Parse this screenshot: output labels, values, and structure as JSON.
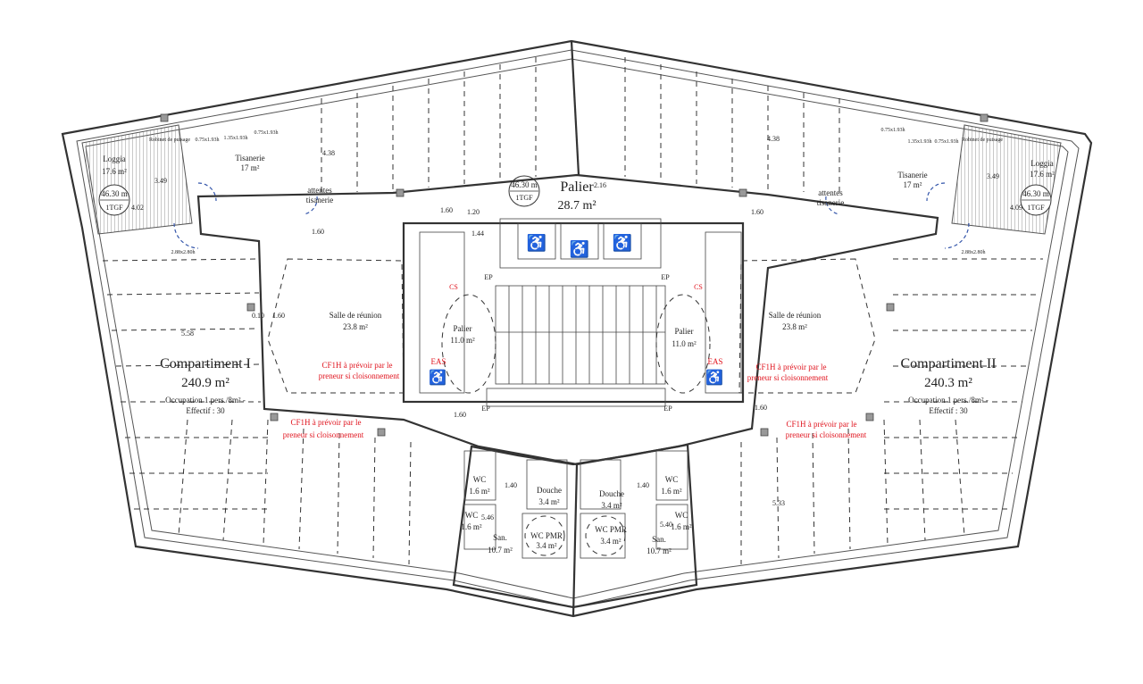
{
  "palier_top": {
    "label": "Palier",
    "area": "28.7 m²"
  },
  "badge_center": {
    "line1": "46.30 m",
    "line2": "1TGF"
  },
  "badge_left": {
    "line1": "46.30 m",
    "line2": "1TGF",
    "extra": "4.02"
  },
  "badge_right": {
    "line1": "46.30 m",
    "line2": "1TGF",
    "extra": "4.09"
  },
  "loggia_left": {
    "label": "Loggia",
    "area": "17.6 m²"
  },
  "loggia_right": {
    "label": "Loggia",
    "area": "17.6 m²"
  },
  "robinet": "Robinet de puisage",
  "tisanerie_left": {
    "label": "Tisanerie",
    "area": "17 m²"
  },
  "tisanerie_right": {
    "label": "Tisanerie",
    "area": "17 m²"
  },
  "attentes_left": "attentes",
  "attentes_left2": "tisanerie",
  "attentes_right": "attentes",
  "attentes_right2": "tisanerie",
  "dims_left": [
    "0.75x1.93h",
    "1.35x1.93h",
    "0.75x1.93h"
  ],
  "dims_right": [
    "0.75x1.93h",
    "1.35x1.93h",
    "0.75x1.93h"
  ],
  "dim_small": "2.88x2.80h",
  "salle_left": {
    "label": "Salle de réunion",
    "area": "23.8 m²"
  },
  "salle_right": {
    "label": "Salle de réunion",
    "area": "23.8 m²"
  },
  "palier_left": {
    "label": "Palier",
    "area": "11.0 m²"
  },
  "palier_right": {
    "label": "Palier",
    "area": "11.0 m²"
  },
  "comp1": {
    "label": "Compartiment I",
    "area": "240.9 m²",
    "occ": "Occupation 1 pers./8m² -",
    "eff": "Effectif : 30"
  },
  "comp2": {
    "label": "Compartiment II",
    "area": "240.3 m²",
    "occ": "Occupation 1 pers./8m² -",
    "eff": "Effectif : 30"
  },
  "cf1h_a": "CF1H à prévoir par le",
  "cf1h_b": "preneur si cloisonnement",
  "eas": "EAS",
  "cs": "CS",
  "ep": "EP",
  "douche_left": {
    "label": "Douche",
    "area": "3.4 m²"
  },
  "douche_right": {
    "label": "Douche",
    "area": "3.4 m²"
  },
  "wcpmr_left": {
    "label": "WC PMR",
    "area": "3.4 m²"
  },
  "wcpmr_right": {
    "label": "WC PMR",
    "area": "3.4 m²"
  },
  "wc1_left": {
    "label": "WC",
    "area": "1.6 m²"
  },
  "wc2_left": {
    "label": "WC",
    "area": "1.6 m²"
  },
  "wc1_right": {
    "label": "WC",
    "area": "1.6 m²"
  },
  "wc2_right": {
    "label": "WC",
    "area": "1.6 m²"
  },
  "san_left": {
    "label": "San.",
    "area": "10.7 m²"
  },
  "san_right": {
    "label": "San.",
    "area": "10.7 m²"
  },
  "dim_558": "5.58",
  "dim_160": "1.60",
  "dim_010": "0.10",
  "dim_120": "1.20",
  "dim_144": "1.44",
  "dim_140": "1.40",
  "dim_216": "2.16",
  "dim_438": "4.38",
  "dim_349": "3.49",
  "dim_533": "5.33",
  "dim_546": "5.46",
  "dim_540": "5.40"
}
